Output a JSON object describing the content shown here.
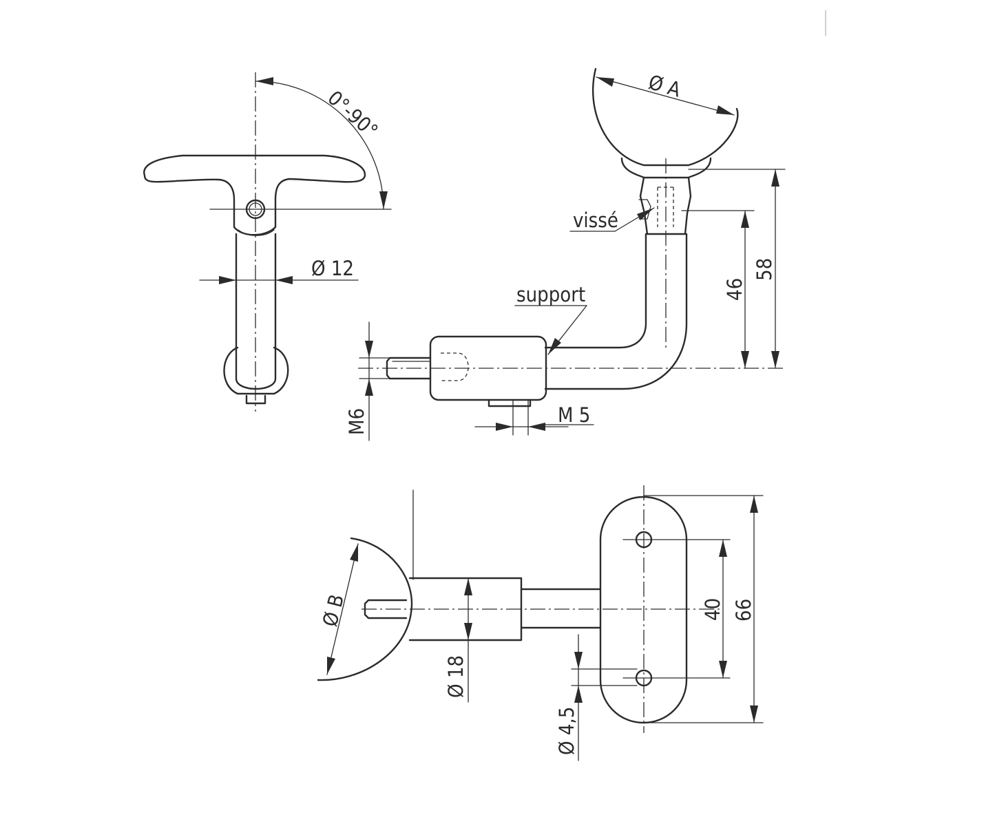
{
  "labels": {
    "angle": "0°-90°",
    "dia_12": "Ø 12",
    "dia_A": "Ø A",
    "visse": "vissé",
    "support": "support",
    "dim_46": "46",
    "dim_58": "58",
    "m6": "M6",
    "m5": "M 5",
    "dia_B": "Ø B",
    "dia_18": "Ø 18",
    "dia_4_5": "Ø 4,5",
    "dim_40": "40",
    "dim_66": "66"
  }
}
